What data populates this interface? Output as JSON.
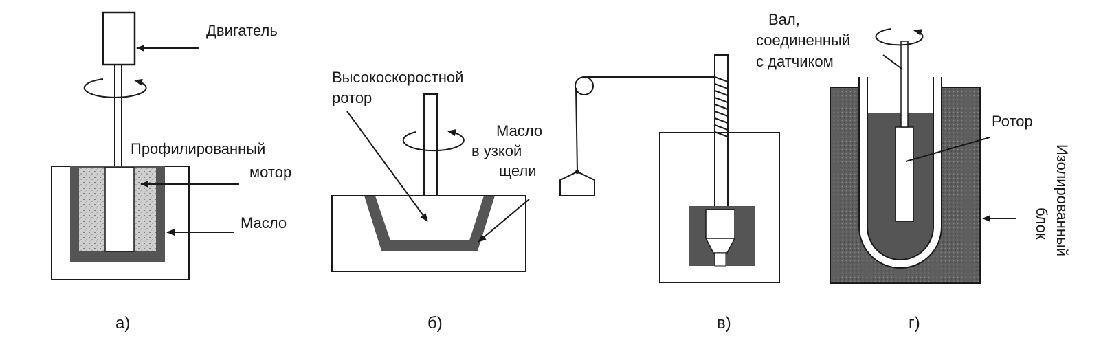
{
  "panels": {
    "a": {
      "caption": "а)",
      "labels": {
        "motor": "Двигатель",
        "profiled_rotor": [
          "Профилированный",
          "мотор"
        ],
        "oil": "Масло"
      }
    },
    "b": {
      "caption": "б)",
      "labels": {
        "rotor": [
          "Высокоскоростной",
          "ротор"
        ],
        "oil_gap": [
          "Масло",
          "в узкой",
          "щели"
        ]
      }
    },
    "v": {
      "caption": "в)"
    },
    "g": {
      "caption": "г)",
      "labels": {
        "shaft": [
          "Вал,",
          "соединенный",
          "с датчиком"
        ],
        "rotor": "Ротор",
        "block": [
          "Изолированный",
          "блок"
        ]
      }
    }
  },
  "colors": {
    "ink": "#1a1a1a",
    "oil_fill": "#555555",
    "speckle_fill": "#c8c8c8",
    "block_fill": "#6a6a6a"
  }
}
